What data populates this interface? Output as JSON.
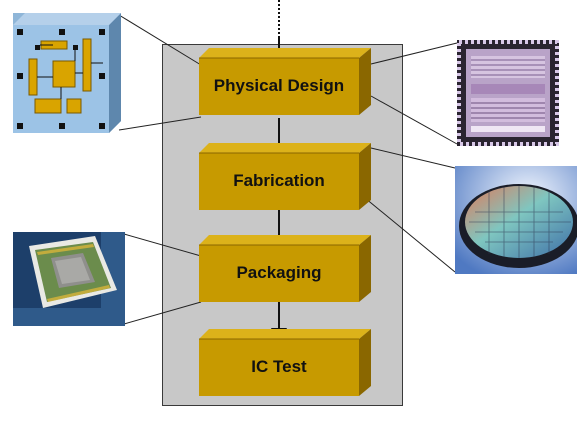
{
  "flow": {
    "steps": [
      {
        "label": "Physical Design"
      },
      {
        "label": "Fabrication"
      },
      {
        "label": "Packaging"
      },
      {
        "label": "IC Test"
      }
    ]
  },
  "images": {
    "layout": "chip-layout-icon",
    "die_photo": "die-micrograph-image",
    "wafer": "wafer-image",
    "package": "packaged-chip-image"
  },
  "colors": {
    "box_front": "#c79a00",
    "box_top": "#dcb21a",
    "box_side": "#8a6700",
    "panel": "#c8c8c8",
    "arrow": "#111111"
  }
}
